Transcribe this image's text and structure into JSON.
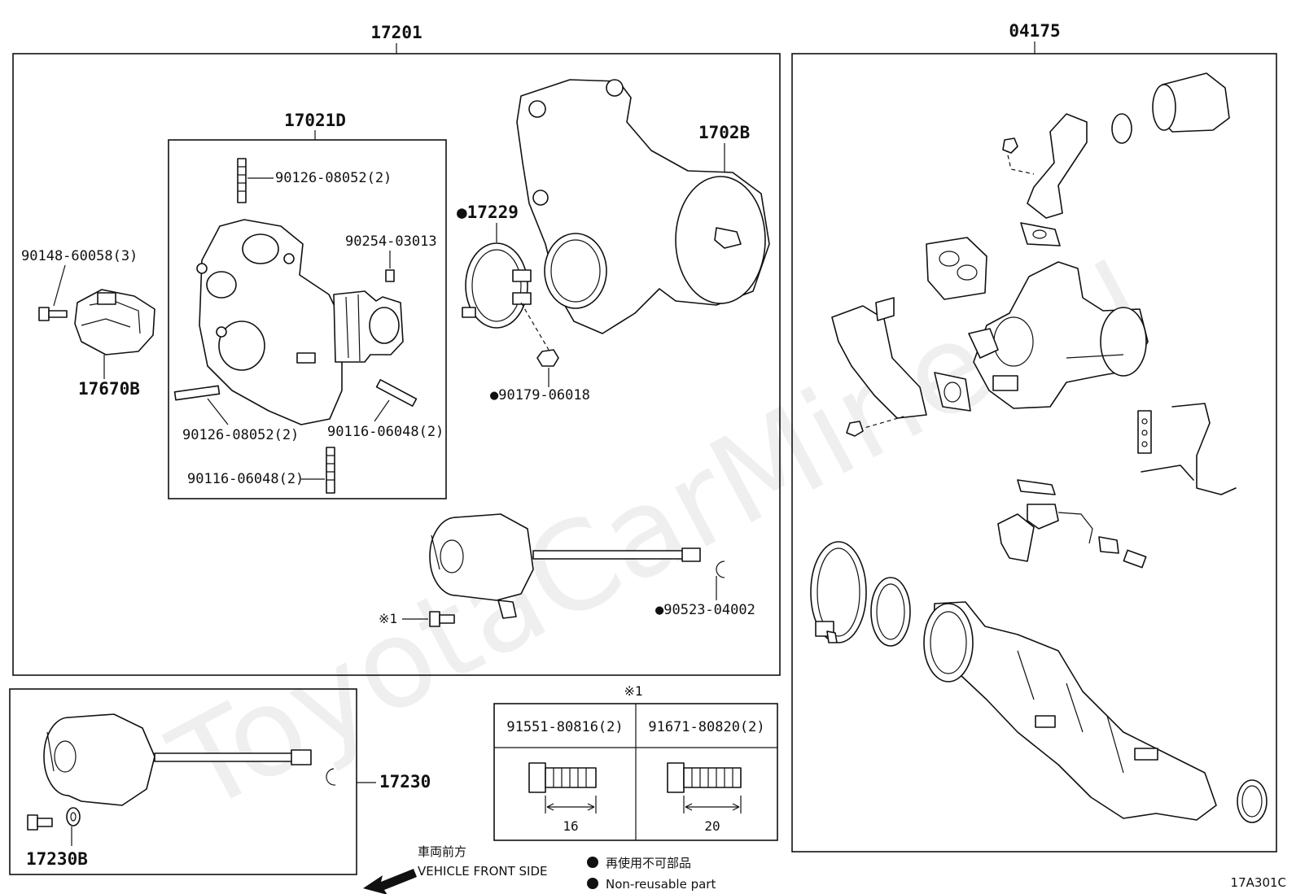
{
  "watermark": "ToyotaCarMine.ru",
  "diagram_code": "17A301C",
  "groups": {
    "turbo_assembly": "17201",
    "cartridge": "17021D",
    "right_group": "04175"
  },
  "parts": {
    "p_1702B": "1702B",
    "p_17229": "17229",
    "p_90179_06018": "90179-06018",
    "p_90523_04002": "90523-04002",
    "p_90148_60058": "90148-60058(3)",
    "p_17670B": "17670B",
    "p_90126_08052_top": "90126-08052(2)",
    "p_90254_03013": "90254-03013",
    "p_90126_08052_bottom": "90126-08052(2)",
    "p_90116_06048_right": "90116-06048(2)",
    "p_90116_06048_bottom": "90116-06048(2)",
    "p_17230": "17230",
    "p_17230B": "17230B",
    "note_ref_bolt": "※1"
  },
  "bolt_table": {
    "title": "※1",
    "columns": [
      {
        "part": "91551-80816(2)",
        "dimension": "16"
      },
      {
        "part": "91671-80820(2)",
        "dimension": "20"
      }
    ]
  },
  "direction": {
    "jp": "車両前方",
    "en": "VEHICLE FRONT SIDE"
  },
  "legend": {
    "jp": "再使用不可部品",
    "en": "Non-reusable part"
  }
}
